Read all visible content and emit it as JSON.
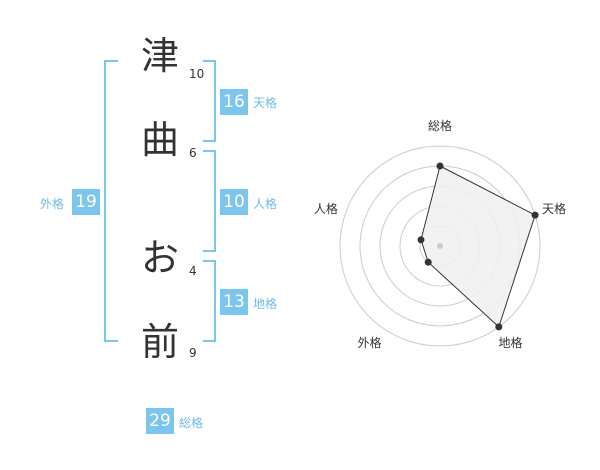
{
  "name": {
    "chars": [
      {
        "char": "津",
        "strokes": "10"
      },
      {
        "char": "曲",
        "strokes": "6"
      },
      {
        "char": "お",
        "strokes": "4"
      },
      {
        "char": "前",
        "strokes": "9"
      }
    ]
  },
  "kakusu": {
    "tenkaku": {
      "value": "16",
      "label": "天格"
    },
    "jinkaku": {
      "value": "10",
      "label": "人格"
    },
    "chikaku": {
      "value": "13",
      "label": "地格"
    },
    "gaikaku": {
      "value": "19",
      "label": "外格"
    },
    "soukaku": {
      "value": "29",
      "label": "総格"
    }
  },
  "radar": {
    "axes": [
      "総格",
      "天格",
      "地格",
      "外格",
      "人格"
    ],
    "levels": [
      0.2,
      0.4,
      0.6,
      0.8,
      1.0
    ],
    "values": [
      0.8,
      1.0,
      1.0,
      0.2,
      0.2
    ],
    "colors": {
      "grid": "#cccccc",
      "fill": "#f0f0f0",
      "stroke": "#333333",
      "point": "#333333",
      "center": "#cccccc"
    }
  }
}
